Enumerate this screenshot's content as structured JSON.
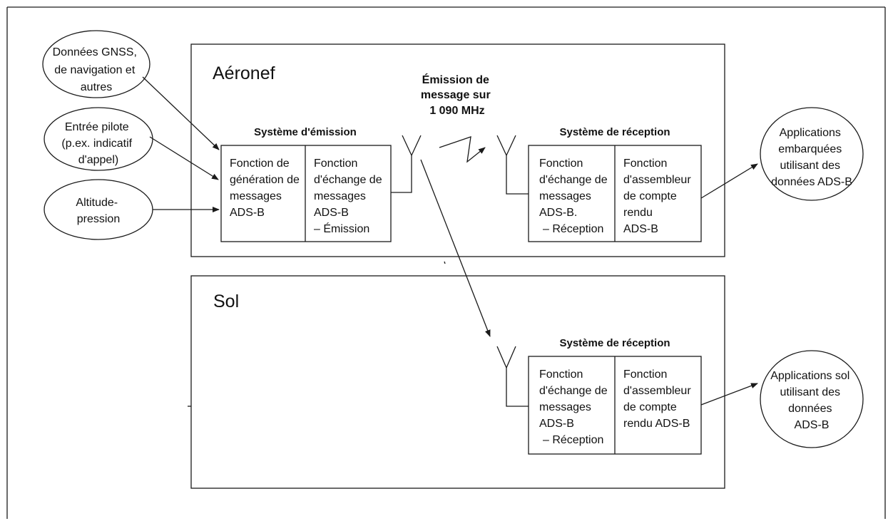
{
  "aircraft": {
    "title": "Aéronef",
    "emission": {
      "title": "Système d'émission",
      "generation": [
        "Fonction de",
        "génération de",
        "messages",
        "ADS-B"
      ],
      "exchange": [
        "Fonction",
        "d'échange de",
        "messages",
        "ADS-B",
        "– Émission"
      ]
    },
    "link_label": [
      "Émission de",
      "message sur",
      "1 090 MHz"
    ],
    "reception": {
      "title": "Système de réception",
      "exchange": [
        "Fonction",
        "d'échange de",
        "messages",
        "ADS-B.",
        "– Réception"
      ],
      "assembler": [
        "Fonction",
        "d'assembleur",
        "de compte",
        "rendu",
        "ADS-B"
      ]
    },
    "applications": [
      "Applications",
      "embarquées",
      "utilisant des",
      "données ADS-B"
    ]
  },
  "ground": {
    "title": "Sol",
    "reception": {
      "title": "Système de réception",
      "exchange": [
        "Fonction",
        "d'échange de",
        "messages",
        "ADS-B",
        "– Réception"
      ],
      "assembler": [
        "Fonction",
        "d'assembleur",
        "de compte",
        "rendu ADS-B"
      ]
    },
    "applications": [
      "Applications sol",
      "utilisant des",
      "données",
      "ADS-B"
    ]
  },
  "inputs": {
    "gnss": [
      "Données GNSS,",
      "de navigation et",
      "autres"
    ],
    "pilot": [
      "Entrée pilote",
      "(p.ex. indicatif",
      "d'appel)"
    ],
    "altitude": [
      "Altitude-",
      "pression"
    ]
  }
}
